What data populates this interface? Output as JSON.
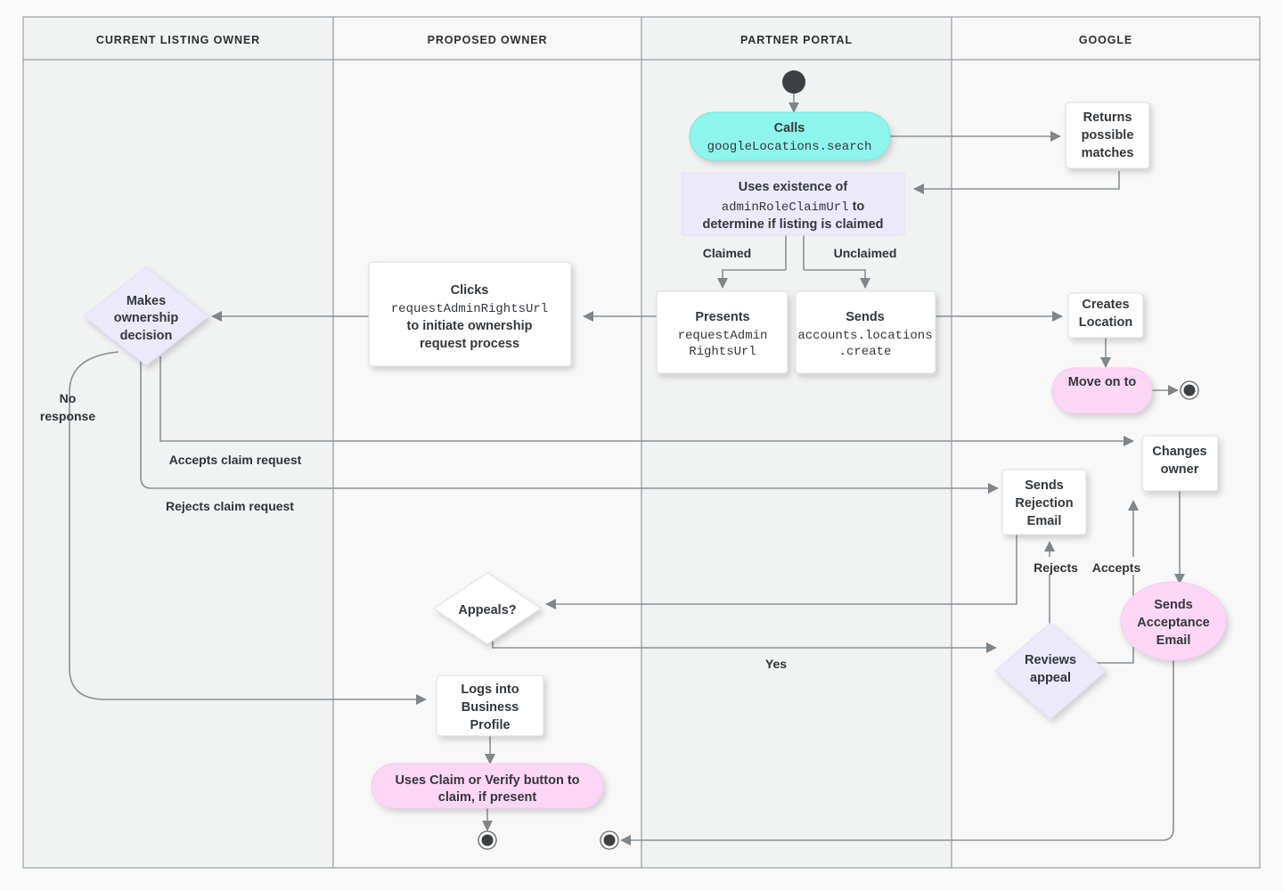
{
  "diagram": {
    "type": "swimlane-flowchart",
    "title": "Listing ownership transfer flow",
    "background": "#fafafa",
    "lane_border": "#9aa0a6",
    "lane_fill_odd": "#f1f2f2",
    "lane_fill_even": "#f8f8f8",
    "line_color": "#8b9196"
  },
  "lanes": [
    {
      "id": "current-listing-owner",
      "label": "CURRENT LISTING OWNER"
    },
    {
      "id": "proposed-owner",
      "label": "PROPOSED OWNER"
    },
    {
      "id": "partner-portal",
      "label": "PARTNER PORTAL"
    },
    {
      "id": "google",
      "label": "GOOGLE"
    }
  ],
  "palette": {
    "cyan": "#8ef5ec",
    "lavender": "#ece9fb",
    "pink": "#fcd7f5",
    "white": "#ffffff",
    "node_border": "#d6d8da",
    "start_dot": "#3c4043"
  },
  "nodes": [
    {
      "id": "start",
      "shape": "start-node",
      "lane": "partner-portal",
      "label": ""
    },
    {
      "id": "calls-google-locations-search",
      "shape": "pill",
      "lane": "partner-portal",
      "color": "cyan",
      "lines": [
        "Calls",
        "googleLocations.search"
      ],
      "mono_lines": [
        1
      ]
    },
    {
      "id": "returns-possible-matches",
      "shape": "rect",
      "lane": "google",
      "color": "white",
      "lines": [
        "Returns",
        "possible",
        "matches"
      ]
    },
    {
      "id": "uses-existence-of-adminroleclaimurl",
      "shape": "rect-flat",
      "lane": "partner-portal",
      "color": "lavender",
      "lines": [
        "Uses existence of",
        "adminRoleClaimUrl to",
        "determine if listing is claimed"
      ]
    },
    {
      "id": "presents-requestadminrightsurl",
      "shape": "rect",
      "lane": "partner-portal",
      "color": "white",
      "lines": [
        "Presents",
        "requestAdmin",
        "RightsUrl"
      ],
      "mono_lines": [
        1,
        2
      ]
    },
    {
      "id": "sends-accounts-locations-create",
      "shape": "rect",
      "lane": "partner-portal",
      "color": "white",
      "lines": [
        "Sends",
        "accounts.locations",
        ".create"
      ],
      "mono_lines": [
        1,
        2
      ]
    },
    {
      "id": "clicks-requestadminrightsurl",
      "shape": "rect",
      "lane": "proposed-owner",
      "color": "white",
      "lines": [
        "Clicks",
        "requestAdminRightsUrl",
        "to initiate ownership",
        "request process"
      ],
      "mono_lines": [
        1
      ]
    },
    {
      "id": "makes-ownership-decision",
      "shape": "diamond",
      "lane": "current-listing-owner",
      "color": "lavender",
      "lines": [
        "Makes",
        "ownership",
        "decision"
      ]
    },
    {
      "id": "creates-location",
      "shape": "rect",
      "lane": "google",
      "color": "white",
      "lines": [
        "Creates",
        "Location"
      ]
    },
    {
      "id": "move-on-to",
      "shape": "pill",
      "lane": "google",
      "color": "pink",
      "lines": [
        "Move on to"
      ]
    },
    {
      "id": "end-google",
      "shape": "end-node",
      "lane": "google",
      "label": ""
    },
    {
      "id": "changes-owner",
      "shape": "rect",
      "lane": "google",
      "color": "white",
      "lines": [
        "Changes",
        "owner"
      ]
    },
    {
      "id": "sends-rejection-email",
      "shape": "rect",
      "lane": "google",
      "color": "white",
      "lines": [
        "Sends",
        "Rejection",
        "Email"
      ]
    },
    {
      "id": "sends-acceptance-email",
      "shape": "ellipse",
      "lane": "google",
      "color": "pink",
      "lines": [
        "Sends",
        "Acceptance",
        "Email"
      ]
    },
    {
      "id": "reviews-appeal",
      "shape": "diamond",
      "lane": "google",
      "color": "lavender",
      "lines": [
        "Reviews",
        "appeal"
      ]
    },
    {
      "id": "appeals",
      "shape": "diamond",
      "lane": "proposed-owner",
      "color": "white",
      "lines": [
        "Appeals?"
      ]
    },
    {
      "id": "logs-into-business-profile",
      "shape": "rect",
      "lane": "proposed-owner",
      "color": "white",
      "lines": [
        "Logs into",
        "Business",
        "Profile"
      ]
    },
    {
      "id": "uses-claim-or-verify-button",
      "shape": "pill",
      "lane": "proposed-owner",
      "color": "pink",
      "lines": [
        "Uses Claim or Verify button to",
        "claim, if present"
      ]
    },
    {
      "id": "end-proposed-owner-left",
      "shape": "end-node",
      "lane": "proposed-owner",
      "label": ""
    },
    {
      "id": "end-proposed-owner-right",
      "shape": "end-node",
      "lane": "proposed-owner",
      "label": ""
    }
  ],
  "edge_labels": [
    {
      "id": "claimed",
      "text": "Claimed"
    },
    {
      "id": "unclaimed",
      "text": "Unclaimed"
    },
    {
      "id": "no-response",
      "text": "No\nresponse",
      "line1": "No",
      "line2": "response"
    },
    {
      "id": "accepts-claim-request",
      "text": "Accepts claim request"
    },
    {
      "id": "rejects-claim-request",
      "text": "Rejects claim request"
    },
    {
      "id": "rejects",
      "text": "Rejects"
    },
    {
      "id": "accepts",
      "text": "Accepts"
    },
    {
      "id": "yes",
      "text": "Yes"
    }
  ],
  "labels": {
    "lane1": "CURRENT LISTING OWNER",
    "lane2": "PROPOSED OWNER",
    "lane3": "PARTNER PORTAL",
    "lane4": "GOOGLE",
    "calls_line1": "Calls",
    "calls_line2": "googleLocations.search",
    "returns_l1": "Returns",
    "returns_l2": "possible",
    "returns_l3": "matches",
    "uses_l1": "Uses existence of",
    "uses_l2a": "adminRoleClaimUrl",
    "uses_l2b": " to",
    "uses_l3": "determine if listing is claimed",
    "presents_l1": "Presents",
    "presents_l2": "requestAdmin",
    "presents_l3": "RightsUrl",
    "sends_create_l1": "Sends",
    "sends_create_l2": "accounts.locations",
    "sends_create_l3": ".create",
    "clicks_l1": "Clicks",
    "clicks_l2": "requestAdminRightsUrl",
    "clicks_l3": "to initiate ownership",
    "clicks_l4": "request process",
    "makes_l1": "Makes",
    "makes_l2": "ownership",
    "makes_l3": "decision",
    "creates_l1": "Creates",
    "creates_l2": "Location",
    "move_on_to": "Move on to",
    "changes_l1": "Changes",
    "changes_l2": "owner",
    "rejection_l1": "Sends",
    "rejection_l2": "Rejection",
    "rejection_l3": "Email",
    "acceptance_l1": "Sends",
    "acceptance_l2": "Acceptance",
    "acceptance_l3": "Email",
    "reviews_l1": "Reviews",
    "reviews_l2": "appeal",
    "appeals": "Appeals?",
    "logs_l1": "Logs into",
    "logs_l2": "Business",
    "logs_l3": "Profile",
    "claim_verify_l1": "Uses Claim or Verify button to",
    "claim_verify_l2": "claim, if present",
    "claimed": "Claimed",
    "unclaimed": "Unclaimed",
    "no": "No",
    "response": "response",
    "accepts_claim_request": "Accepts claim request",
    "rejects_claim_request": "Rejects claim request",
    "rejects": "Rejects",
    "accepts": "Accepts",
    "yes": "Yes"
  }
}
